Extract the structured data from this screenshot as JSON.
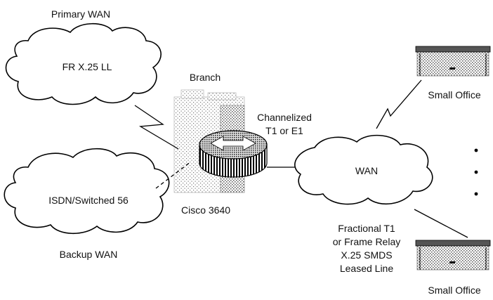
{
  "labels": {
    "primary_wan": "Primary WAN",
    "primary_wan_cloud": "FR X.25 LL",
    "backup_wan_cloud": "ISDN/Switched 56",
    "backup_wan": "Backup WAN",
    "branch": "Branch",
    "router": "Cisco 3640",
    "channelized_line1": "Channelized",
    "channelized_line2": "T1 or E1",
    "wan_cloud": "WAN",
    "small_office_top": "Small Office",
    "small_office_bottom": "Small Office",
    "fractional_line1": "Fractional T1",
    "fractional_line2": "or Frame Relay",
    "fractional_line3": "X.25 SMDS",
    "fractional_line4": "Leased Line"
  }
}
